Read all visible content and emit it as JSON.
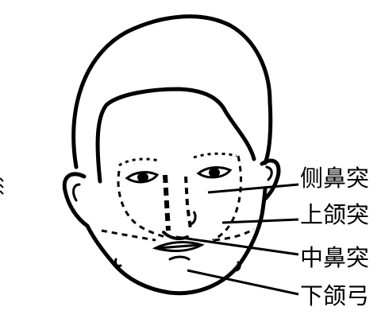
{
  "labels": {
    "lateral_nasal": "侧鼻突",
    "maxillary": "上颌突",
    "medial_nasal": "中鼻突",
    "mandibular": "下颌弓"
  },
  "colors": {
    "ink": "#000000",
    "background": "#ffffff"
  }
}
